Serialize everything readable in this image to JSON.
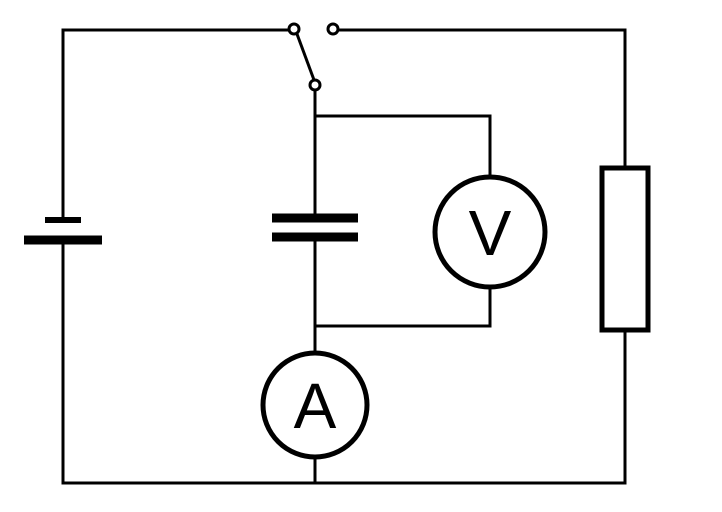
{
  "diagram": {
    "type": "circuit",
    "background_color": "#ffffff",
    "line_color": "#000000",
    "voltmeter": {
      "label": "V"
    },
    "ammeter": {
      "label": "A"
    },
    "switch": {
      "state": "open"
    },
    "components": [
      "battery",
      "switch",
      "capacitor",
      "voltmeter",
      "ammeter",
      "resistor"
    ]
  }
}
